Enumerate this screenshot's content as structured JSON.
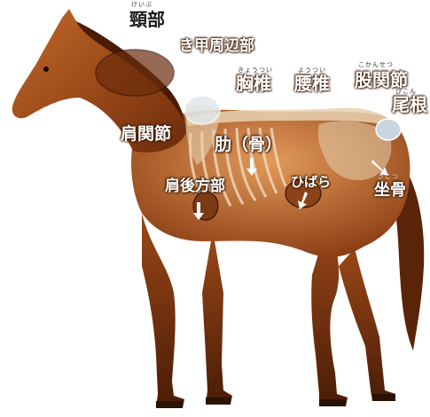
{
  "labels": {
    "neck": {
      "text": "頸部",
      "ruby": "けいぶ"
    },
    "withers": {
      "text": "き甲周辺部"
    },
    "thoracic": {
      "text": "胸椎",
      "ruby": "きょうつい"
    },
    "lumbar": {
      "text": "腰椎",
      "ruby": "ようつい"
    },
    "hip": {
      "text": "股関節",
      "ruby": "こかんせつ"
    },
    "tail": {
      "text": "尾根",
      "ruby": "びこん"
    },
    "shoulder": {
      "text": "肩関節"
    },
    "ribs": {
      "text": "肋（骨）"
    },
    "back_shoulder": {
      "text": "肩後方部"
    },
    "flank": {
      "text": "ひばら"
    },
    "ischium": {
      "text": "坐骨",
      "ruby": "ざこつ"
    }
  },
  "colors": {
    "coat_dark": "#5a2408",
    "coat_mid": "#a4521a",
    "coat_light": "#d9894a",
    "bone": "#e8d2b0",
    "label_text": "#ffffff"
  }
}
